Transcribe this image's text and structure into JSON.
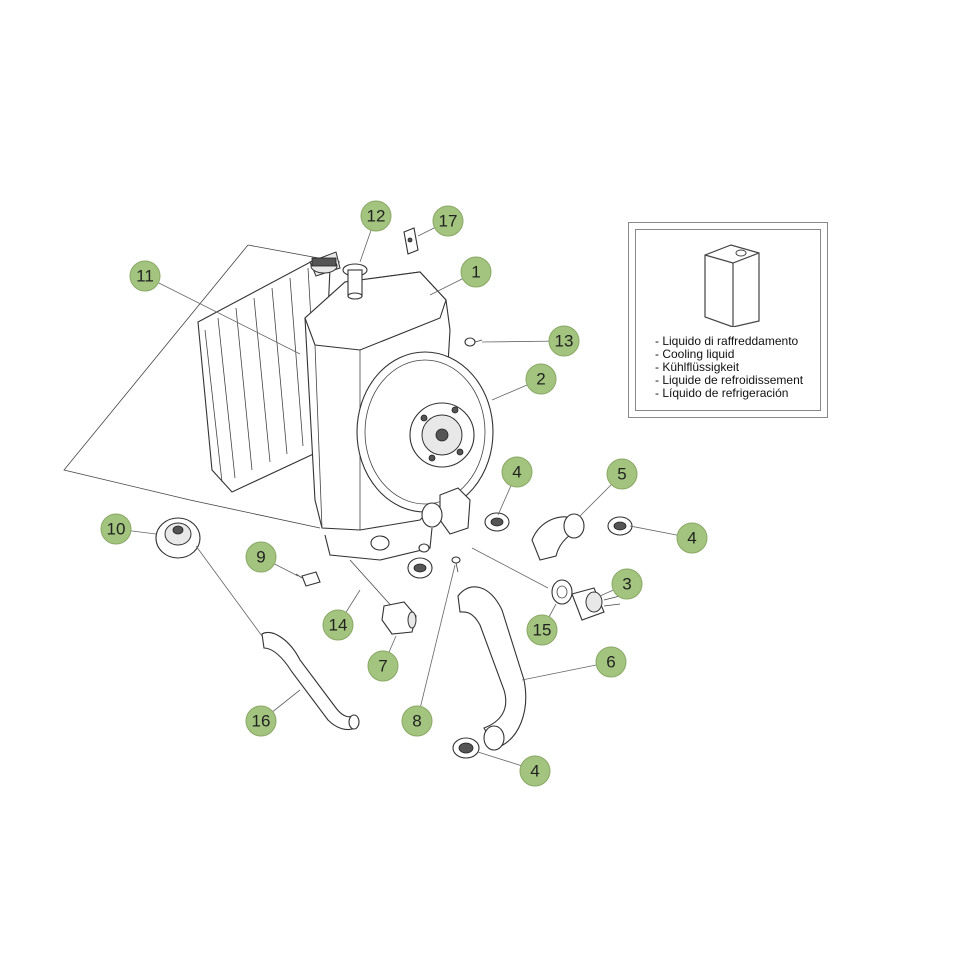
{
  "callouts": [
    {
      "label": "1"
    },
    {
      "label": "2"
    },
    {
      "label": "3"
    },
    {
      "label": "4"
    },
    {
      "label": "4"
    },
    {
      "label": "4"
    },
    {
      "label": "5"
    },
    {
      "label": "6"
    },
    {
      "label": "7"
    },
    {
      "label": "8"
    },
    {
      "label": "9"
    },
    {
      "label": "10"
    },
    {
      "label": "11"
    },
    {
      "label": "12"
    },
    {
      "label": "13"
    },
    {
      "label": "14"
    },
    {
      "label": "15"
    },
    {
      "label": "16"
    },
    {
      "label": "17"
    }
  ],
  "legend": {
    "icon": "coolant-container-icon",
    "lines": [
      "- Liquido di raffreddamento",
      "- Cooling liquid",
      "- Kühlflüssigkeit",
      "- Liquide de refroidissement",
      "- Líquido de refrigeración"
    ]
  },
  "colors": {
    "callout_fill": "#a3c47e",
    "callout_stroke": "#8aa866",
    "line": "#333333"
  }
}
